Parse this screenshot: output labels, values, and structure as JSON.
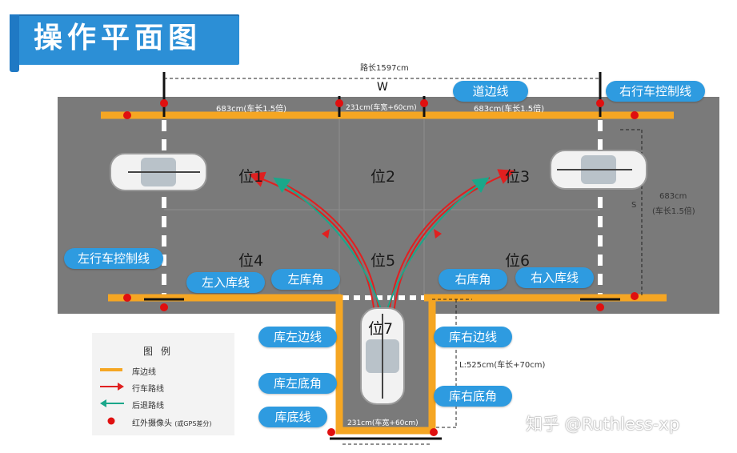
{
  "title": "操作平面图",
  "dimensions": {
    "road_length": "路长1597cm",
    "w_symbol": "W",
    "s_symbol": "S",
    "segment_left": "683cm(车长1.5倍)",
    "segment_mid": "231cm(车宽+60cm)",
    "segment_right": "683cm(车长1.5倍)",
    "right_depth_value": "683cm",
    "right_depth_note": "(车长1.5倍)",
    "garage_length": "L:525cm(车长+70cm)",
    "garage_width": "231cm(车宽+60cm)"
  },
  "positions": [
    "位1",
    "位2",
    "位3",
    "位4",
    "位5",
    "位6",
    "位7"
  ],
  "tags": {
    "road_edge": "道边线",
    "right_control": "右行车控制线",
    "left_control": "左行车控制线",
    "left_entry": "左入库线",
    "left_corner": "左库角",
    "right_corner": "右库角",
    "right_entry": "右入库线",
    "garage_left_edge": "库左边线",
    "garage_right_edge": "库右边线",
    "garage_left_bottom": "库左底角",
    "garage_right_bottom": "库右底角",
    "garage_bottom": "库底线"
  },
  "legend": {
    "title": "图例",
    "items": [
      {
        "label": "库边线",
        "icon": "orange-line-icon"
      },
      {
        "label": "行车路线",
        "icon": "red-arrow-icon"
      },
      {
        "label": "后退路线",
        "icon": "green-arrow-icon"
      },
      {
        "label": "红外摄像头",
        "note": "(或GPS差分)",
        "icon": "red-dot-icon"
      }
    ]
  },
  "watermark": "知乎 @Ruthless-xp",
  "colors": {
    "road": "#7a7a7a",
    "edge_line": "#f5a623",
    "tag": "#2e9be0",
    "drive_route": "#e02020",
    "reverse_route": "#1aa78a",
    "camera": "#e01010"
  }
}
